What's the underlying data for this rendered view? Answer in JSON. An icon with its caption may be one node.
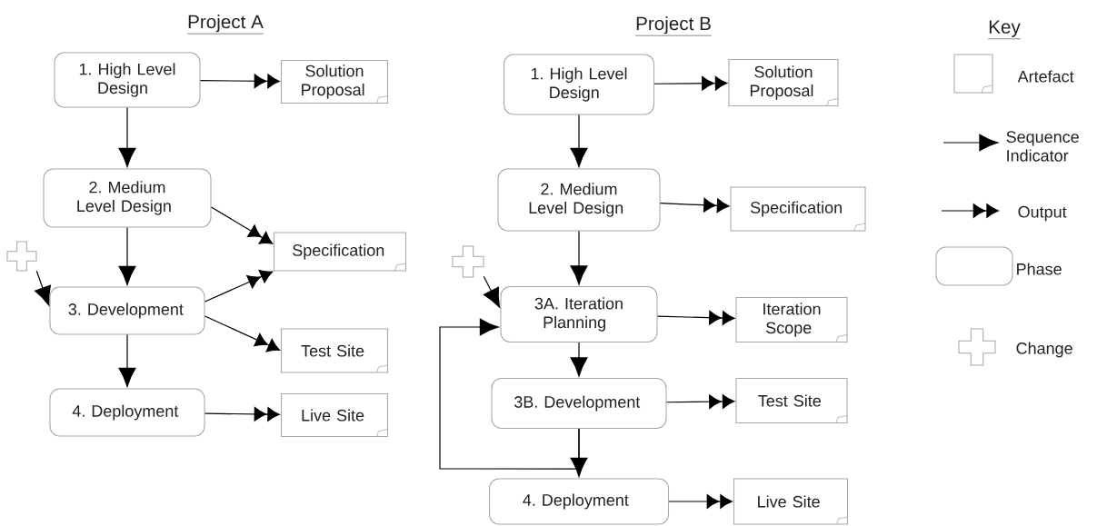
{
  "diagram": {
    "nodes": [
      {
        "text": [
          "1. High Level Design"
        ]
      },
      {
        "text": [
          "Solution Proposal"
        ]
      },
      {
        "text": [
          "2. Medium Level Design"
        ]
      },
      {
        "text": [
          "Specification"
        ]
      },
      {
        "text": [],
        "shape": "cross"
      },
      {
        "text": [
          "3. Development"
        ]
      },
      {
        "text": [
          "Test Site"
        ]
      },
      {
        "text": [
          "4. Deployment"
        ]
      },
      {
        "text": [
          "Live Site"
        ]
      },
      {
        "text": [
          "1. High Level Design"
        ]
      },
      {
        "text": [
          "Solution Proposal"
        ]
      },
      {
        "text": [
          "2. Medium Level Design"
        ]
      },
      {
        "text": [
          "Specification"
        ]
      },
      {
        "text": [],
        "shape": "cross"
      },
      {
        "text": [
          "3A. Iteration Planning"
        ]
      },
      {
        "text": [
          "Iteration Scope"
        ]
      },
      {
        "text": [
          "3B. Development"
        ]
      },
      {
        "text": [
          "Test Site"
        ]
      },
      {
        "text": [
          "4. Deployment"
        ]
      },
      {
        "text": [
          "Live Site"
        ]
      }
    ],
    "edges": [
      {
        "from": 0,
        "to": 1,
        "arrow": "to"
      },
      {
        "from": 0,
        "to": 2,
        "arrow": "to"
      },
      {
        "from": 2,
        "to": 3,
        "arrow": "to"
      },
      {
        "from": 2,
        "to": 5,
        "arrow": "to"
      },
      {
        "from": 4,
        "to": 5,
        "arrow": "to"
      },
      {
        "from": 5,
        "to": 3,
        "arrow": "to"
      },
      {
        "from": 5,
        "to": 6,
        "arrow": "to"
      },
      {
        "from": 5,
        "to": 7,
        "arrow": "to"
      },
      {
        "from": 7,
        "to": 8,
        "arrow": "to"
      },
      {
        "from": 9,
        "to": 10,
        "arrow": "to"
      },
      {
        "from": 9,
        "to": 11,
        "arrow": "to"
      },
      {
        "from": 11,
        "to": 12,
        "arrow": "to"
      },
      {
        "from": 11,
        "to": 14,
        "arrow": "to"
      },
      {
        "from": 13,
        "to": 14,
        "arrow": "to"
      },
      {
        "from": 14,
        "to": 15,
        "arrow": "to"
      },
      {
        "from": 14,
        "to": 16,
        "arrow": "to"
      },
      {
        "from": 16,
        "to": 17,
        "arrow": "to"
      },
      {
        "from": 16,
        "to": 18,
        "arrow": "to"
      },
      {
        "from": 16,
        "to": 14,
        "arrow": "to"
      },
      {
        "from": 18,
        "to": 19,
        "arrow": "to"
      }
    ],
    "labels": [
      "Project A",
      "Project B",
      "Key"
    ],
    "legend": [
      {
        "text": "Artefact"
      },
      {
        "text": "Sequence Indicator"
      },
      {
        "text": "Output"
      },
      {
        "text": "Phase"
      },
      {
        "text": "Change"
      }
    ]
  }
}
